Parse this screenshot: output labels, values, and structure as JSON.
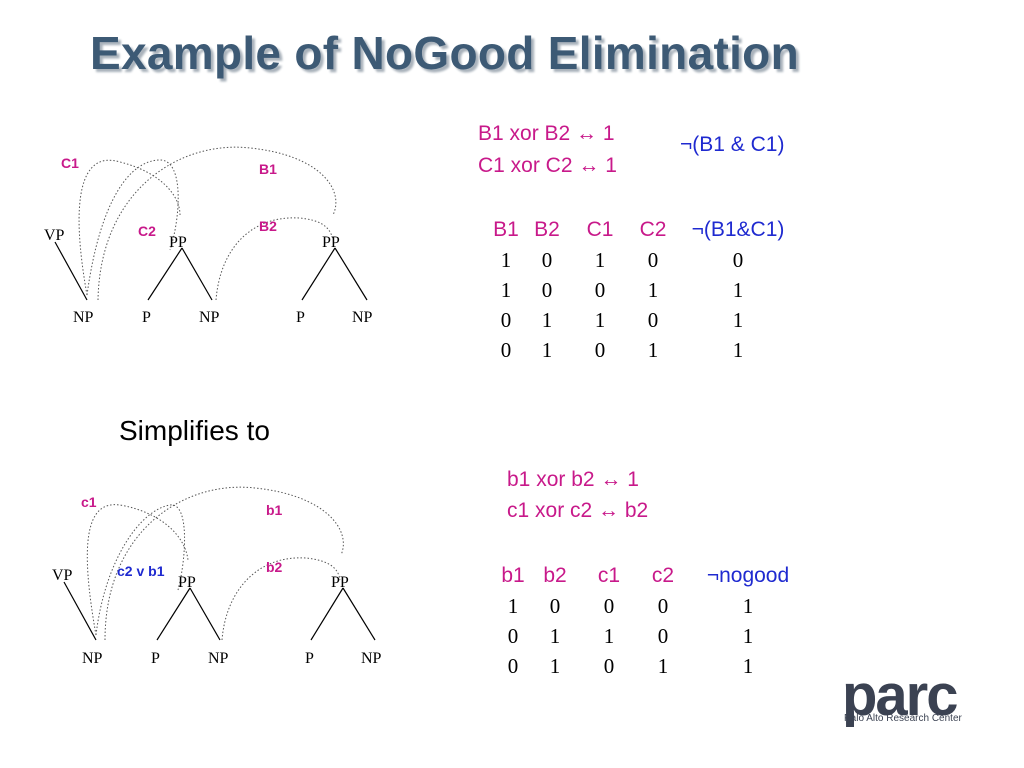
{
  "slide": {
    "title": "Example of NoGood Elimination",
    "simplifies": "Simplifies to"
  },
  "top": {
    "rule1": "B1 xor B2 ↔ 1",
    "rule2": "C1 xor C2 ↔ 1",
    "constraint": "¬(B1 & C1)",
    "headers": [
      "B1",
      "B2",
      "C1",
      "C2",
      "¬(B1&C1)"
    ],
    "rows": [
      [
        "1",
        "0",
        "1",
        "0",
        "0"
      ],
      [
        "1",
        "0",
        "0",
        "1",
        "1"
      ],
      [
        "0",
        "1",
        "1",
        "0",
        "1"
      ],
      [
        "0",
        "1",
        "0",
        "1",
        "1"
      ]
    ],
    "tree": {
      "vp": "VP",
      "pp1": "PP",
      "pp2": "PP",
      "np1": "NP",
      "p1": "P",
      "np2": "NP",
      "p2": "P",
      "np3": "NP",
      "c1": "C1",
      "c2": "C2",
      "b1": "B1",
      "b2": "B2"
    }
  },
  "bottom": {
    "rule1": "b1 xor b2 ↔ 1",
    "rule2": "c1 xor c2 ↔ b2",
    "headers": [
      "b1",
      "b2",
      "c1",
      "c2",
      "¬nogood"
    ],
    "rows": [
      [
        "1",
        "0",
        "0",
        "0",
        "1"
      ],
      [
        "0",
        "1",
        "1",
        "0",
        "1"
      ],
      [
        "0",
        "1",
        "0",
        "1",
        "1"
      ]
    ],
    "tree": {
      "vp": "VP",
      "pp1": "PP",
      "pp2": "PP",
      "np1": "NP",
      "p1": "P",
      "np2": "NP",
      "p2": "P",
      "np3": "NP",
      "c1": "c1",
      "c2b1": "c2 v b1",
      "b1": "b1",
      "b2": "b2"
    }
  },
  "logo": {
    "name": "parc",
    "subtitle": "Palo Alto Research Center"
  }
}
